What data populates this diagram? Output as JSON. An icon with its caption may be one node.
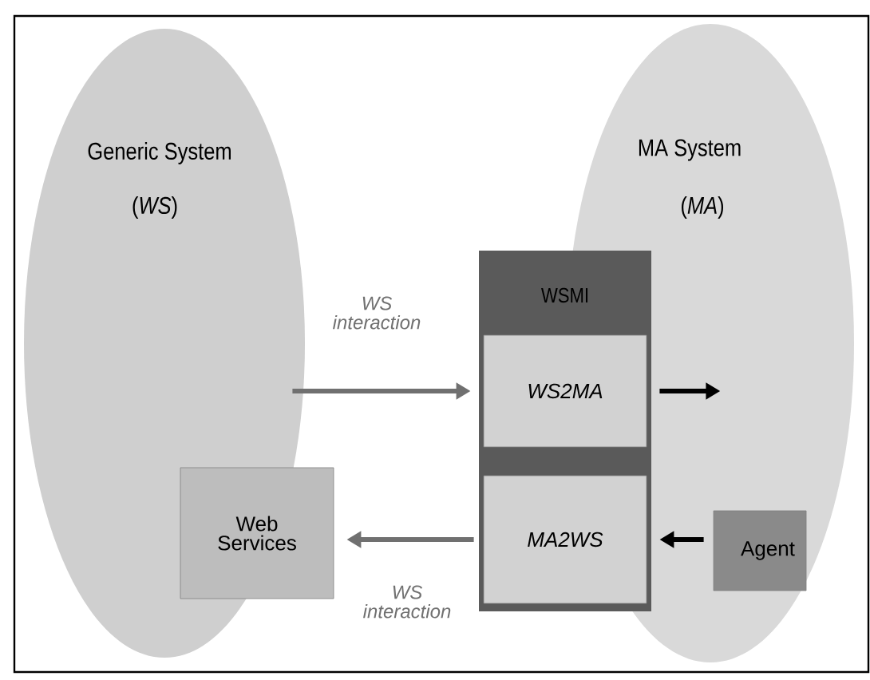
{
  "diagram": {
    "nodes": [
      {
        "text": [
          "Generic System",
          "(*WS*)"
        ]
      },
      {
        "text": [
          "Web Services"
        ],
        "in": 0
      },
      {
        "text": [
          "MA System",
          "(*MA*)"
        ]
      },
      {
        "text": [
          "Agent"
        ],
        "in": 2
      },
      {
        "text": [
          "WSMI"
        ]
      },
      {
        "text": [
          "WS2MA"
        ],
        "in": 4
      },
      {
        "text": [
          "MA2WS"
        ],
        "in": 4
      }
    ],
    "edges": [
      {
        "from": 0,
        "to": 5,
        "arrow": "to",
        "label": "WS interaction",
        "color": "#707070"
      },
      {
        "from": 5,
        "to": null,
        "arrow": "to",
        "color": "#000000"
      },
      {
        "from": 6,
        "to": 1,
        "arrow": "to",
        "label": "WS interaction",
        "color": "#707070"
      },
      {
        "from": 3,
        "to": 6,
        "arrow": "to",
        "color": "#000000"
      }
    ]
  }
}
